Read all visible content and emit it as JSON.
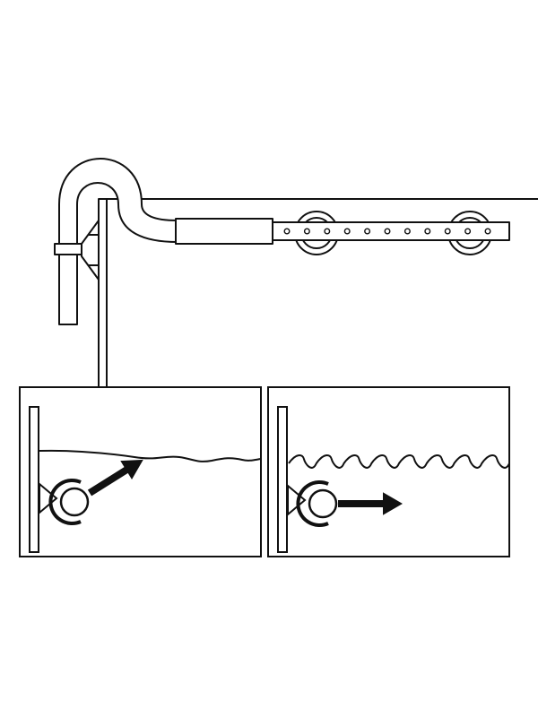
{
  "colors": {
    "background": "#ffffff",
    "line": "#111111",
    "fill": "#ffffff"
  },
  "diagram": {
    "top_view": {
      "parts": [
        "aquarium-rim",
        "tank-wall",
        "inlet-pipe",
        "pipe-clip",
        "suction-cup-bracket",
        "pipe-connector",
        "spray-bar",
        "suction-cup-left",
        "suction-cup-right"
      ],
      "spray_bar_hole_count": 11
    },
    "panels": [
      {
        "name": "angled-flow",
        "water_surface": "gentle-wave",
        "flow_direction": "up-right",
        "icons": [
          "nozzle-icon",
          "suction-cup-icon",
          "arrow-up-right-icon"
        ]
      },
      {
        "name": "horizontal-flow",
        "water_surface": "rippled-wave",
        "flow_direction": "right",
        "icons": [
          "nozzle-icon",
          "suction-cup-icon",
          "arrow-right-icon"
        ]
      }
    ]
  }
}
